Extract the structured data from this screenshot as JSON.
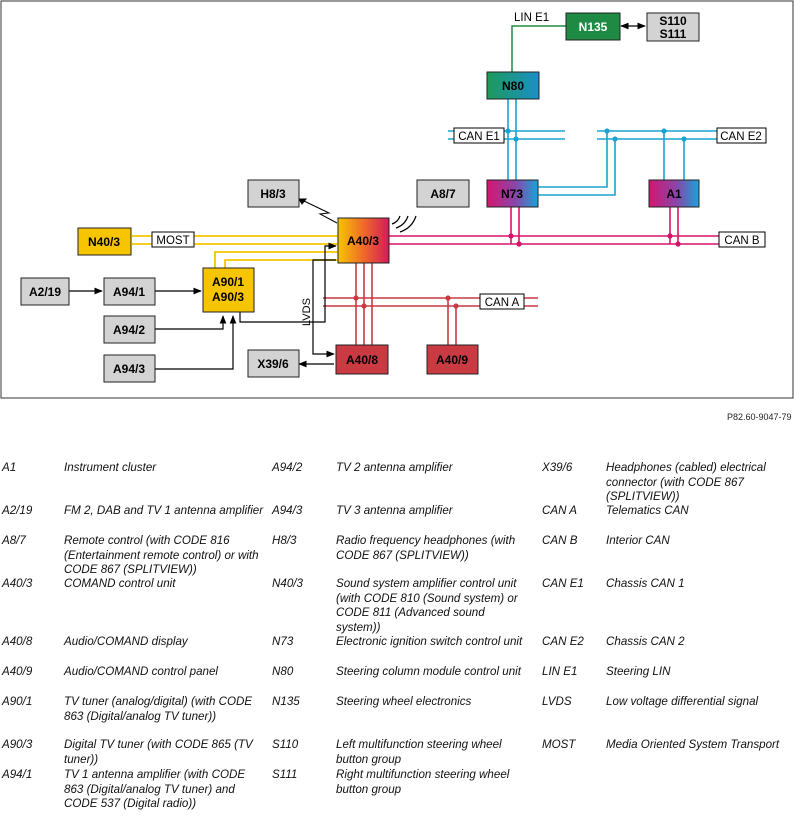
{
  "diagram": {
    "nodes": {
      "n135": "N135",
      "s110_s111": [
        "S110",
        "S111"
      ],
      "n80": "N80",
      "n73": "N73",
      "a1": "A1",
      "h8_3": "H8/3",
      "a8_7": "A8/7",
      "a40_3": "A40/3",
      "n40_3": "N40/3",
      "a2_19": "A2/19",
      "a94_1": "A94/1",
      "a90": [
        "A90/1",
        "A90/3"
      ],
      "a94_2": "A94/2",
      "a94_3": "A94/3",
      "x39_6": "X39/6",
      "a40_8": "A40/8",
      "a40_9": "A40/9"
    },
    "bus_labels": {
      "lin_e1": "LIN E1",
      "can_e1": "CAN E1",
      "can_e2": "CAN E2",
      "can_b": "CAN B",
      "can_a": "CAN A",
      "most": "MOST",
      "lvds": "LVDS"
    },
    "colors": {
      "can_e_cyan": "#1aa3d0",
      "can_b_magenta": "#d6146a",
      "can_a_red": "#c93a42",
      "most_yellow": "#f7c500",
      "lin_green": "#1e8a44",
      "gray_box": "#d3d3d3"
    }
  },
  "reference": "P82.60-9047-79",
  "legend": [
    {
      "code": "A1",
      "desc": "Instrument cluster"
    },
    {
      "code": "A2/19",
      "desc": "FM 2, DAB and TV 1 antenna amplifier"
    },
    {
      "code": "A8/7",
      "desc": "Remote control (with CODE 816 (Entertainment remote control) or with CODE 867 (SPLITVIEW))"
    },
    {
      "code": "A40/3",
      "desc": "COMAND control unit"
    },
    {
      "code": "A40/8",
      "desc": "Audio/COMAND display"
    },
    {
      "code": "A40/9",
      "desc": "Audio/COMAND control panel"
    },
    {
      "code": "A90/1",
      "desc": "TV tuner (analog/digital) (with CODE 863 (Digital/analog TV tuner))"
    },
    {
      "code": "A90/3",
      "desc": "Digital TV tuner (with CODE 865 (TV tuner))"
    },
    {
      "code": "A94/1",
      "desc": "TV 1 antenna amplifier (with CODE 863 (Digital/analog TV tuner) and CODE 537 (Digital radio))"
    },
    {
      "code": "A94/2",
      "desc": "TV 2 antenna amplifier"
    },
    {
      "code": "A94/3",
      "desc": "TV 3 antenna amplifier"
    },
    {
      "code": "H8/3",
      "desc": "Radio frequency headphones (with CODE 867 (SPLITVIEW))"
    },
    {
      "code": "N40/3",
      "desc": "Sound system amplifier control unit (with CODE 810 (Sound system) or CODE 811 (Advanced sound system))"
    },
    {
      "code": "N73",
      "desc": "Electronic ignition switch control unit"
    },
    {
      "code": "N80",
      "desc": "Steering column module control unit"
    },
    {
      "code": "N135",
      "desc": "Steering wheel electronics"
    },
    {
      "code": "S110",
      "desc": "Left multifunction steering wheel button group"
    },
    {
      "code": "S111",
      "desc": "Right multifunction steering wheel button group"
    },
    {
      "code": "X39/6",
      "desc": "Headphones (cabled) electrical connector (with CODE 867 (SPLITVIEW))"
    },
    {
      "code": "CAN A",
      "desc": "Telematics CAN"
    },
    {
      "code": "CAN B",
      "desc": "Interior CAN"
    },
    {
      "code": "CAN E1",
      "desc": "Chassis CAN 1"
    },
    {
      "code": "CAN E2",
      "desc": "Chassis CAN 2"
    },
    {
      "code": "LIN E1",
      "desc": "Steering LIN"
    },
    {
      "code": "LVDS",
      "desc": "Low voltage differential signal"
    },
    {
      "code": "MOST",
      "desc": "Media Oriented System Transport"
    }
  ]
}
